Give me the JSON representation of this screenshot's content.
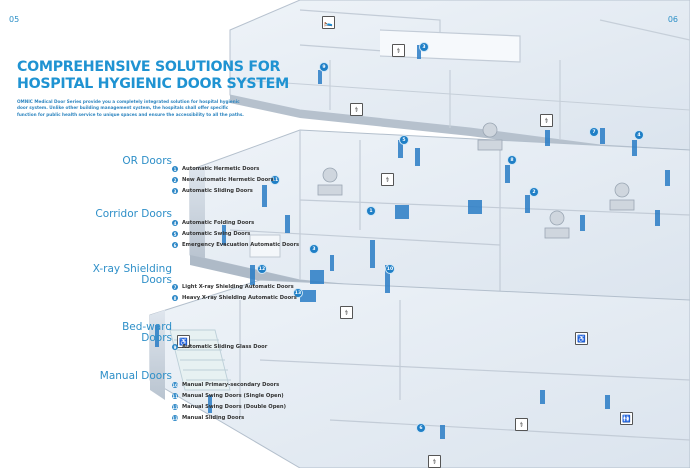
{
  "page_numbers": {
    "left": "05",
    "right": "06"
  },
  "title_lines": [
    "COMPREHENSIVE SOLUTIONS FOR",
    "HOSPITAL HYGIENIC DOOR SYSTEM"
  ],
  "intro": "OMNIC Medical Door Series provide you a completely integrated solution for hospital hygienic door system. Unlike other building management system, the hospitals shall offer specific function for public health service to unique spaces and ensure the accessibility to all the paths.",
  "categories": [
    {
      "name": "OR Doors",
      "items": [
        {
          "num": "1",
          "label": "Automatic Hermetic Doors"
        },
        {
          "num": "2",
          "label": "New Automatic Hermetic Doors"
        },
        {
          "num": "3",
          "label": "Automatic Sliding Doors"
        }
      ]
    },
    {
      "name": "Corridor Doors",
      "items": [
        {
          "num": "4",
          "label": "Automatic Folding Doors"
        },
        {
          "num": "5",
          "label": "Automatic Swing Doors"
        },
        {
          "num": "6",
          "label": "Emergency Evacuation Automatic Doors"
        }
      ]
    },
    {
      "name_lines": [
        "X-ray Shielding",
        "Doors"
      ],
      "items": [
        {
          "num": "7",
          "label": "Light X-ray Shielding Automatic Doors"
        },
        {
          "num": "8",
          "label": "Heavy X-ray Shielding Automatic Doors"
        }
      ]
    },
    {
      "name_lines": [
        "Bed-ward",
        "Doors"
      ],
      "items": [
        {
          "num": "9",
          "label": "Automatic Sliding Glass Door"
        }
      ]
    },
    {
      "name": "Manual Doors",
      "items": [
        {
          "num": "10",
          "label": "Manual Primary-secondary Doors"
        },
        {
          "num": "11",
          "label": "Manual Swing Doors (Single Open)"
        },
        {
          "num": "12",
          "label": "Manual Swing Doors (Double Open)"
        },
        {
          "num": "13",
          "label": "Manual Sliding Doors"
        }
      ]
    }
  ],
  "map_badges": [
    "3",
    "9",
    "5",
    "7",
    "4",
    "8",
    "2",
    "1",
    "11",
    "3",
    "10",
    "12",
    "13",
    "6"
  ],
  "sign_icons": [
    "bed-sign-icon",
    "doctor-sign-icon",
    "accessible-sign-icon",
    "restroom-sign-icon",
    "stair-sign-icon"
  ],
  "colors": {
    "accent": "#1f93d2",
    "door_blue": "#1f7fc6"
  }
}
